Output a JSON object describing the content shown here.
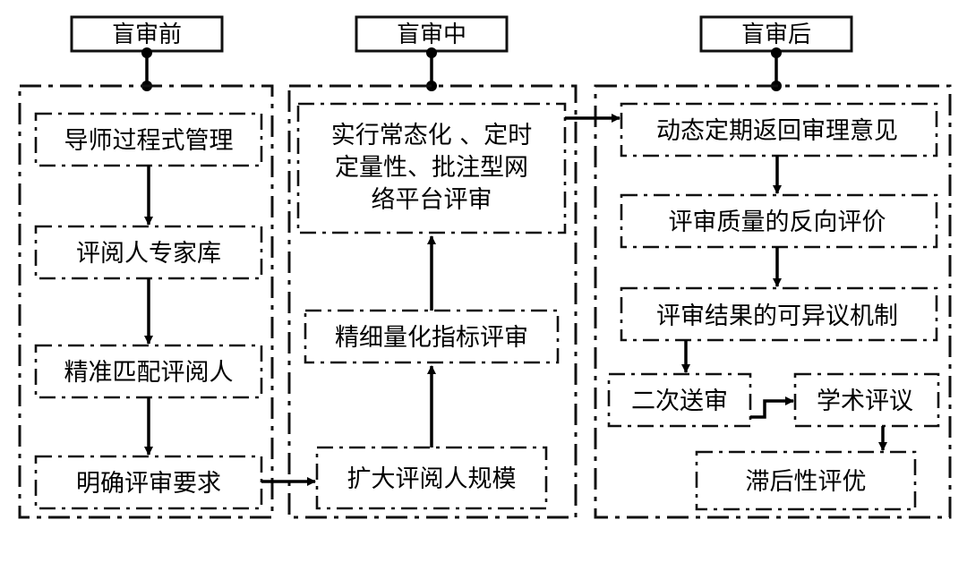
{
  "columns": [
    {
      "title": "盲审前"
    },
    {
      "title": "盲审中"
    },
    {
      "title": "盲审后"
    }
  ],
  "before": {
    "steps": [
      "导师过程式管理",
      "评阅人专家库",
      "精准匹配评阅人",
      "明确评审要求"
    ]
  },
  "during": {
    "expand": "扩大评阅人规模",
    "refine": "精细量化指标评审",
    "platform": [
      "实行常态化 、定时",
      "定量性、批注型网",
      "络平台评审"
    ]
  },
  "after": {
    "feedback": "动态定期返回审理意见",
    "reverse_eval": "评审质量的反向评价",
    "objection": "评审结果的可异议机制",
    "second_review": "二次送审",
    "academic": "学术评议",
    "delayed": "滞后性评优"
  }
}
